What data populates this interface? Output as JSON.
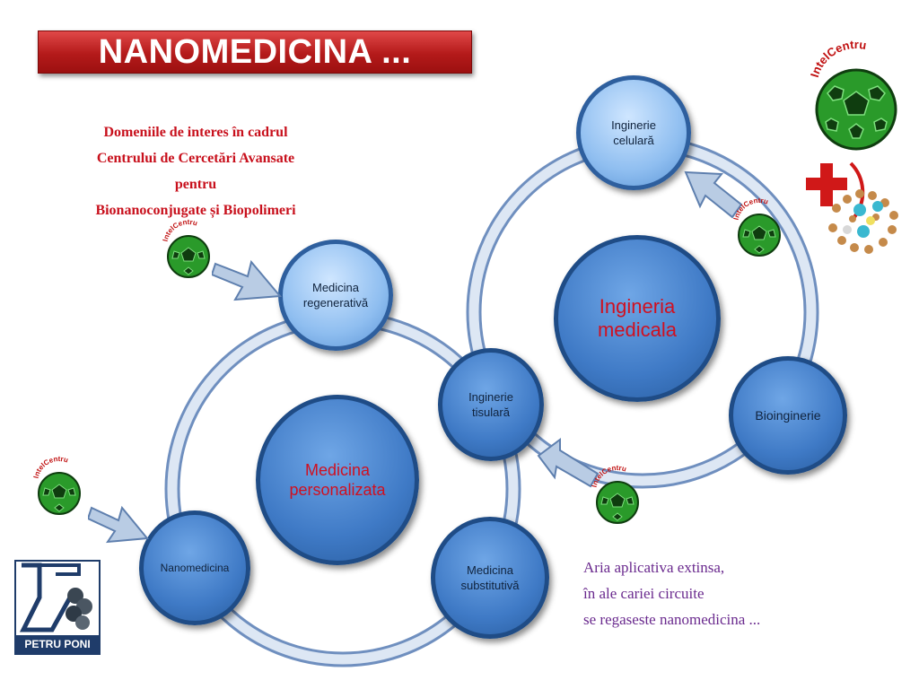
{
  "title": "NANOMEDICINA ...",
  "intro_lines": [
    "Domeniile de interes în cadrul",
    "Centrului de Cercetări Avansate",
    "pentru",
    "Bionanoconjugate și Biopolimeri"
  ],
  "outro_lines": [
    "Aria aplicativa extinsa,",
    "în ale cariei circuite",
    "se regaseste nanomedicina ..."
  ],
  "nodes": {
    "inginerie_celulara": "Inginerie celulară",
    "ingineria_medicala": "Ingineria medicala",
    "bioinginerie": "Bioinginerie",
    "inginerie_tisulara": "Inginerie tisulară",
    "medicina_regenerativa": "Medicina regenerativă",
    "medicina_personalizata": "Medicina personalizata",
    "nanomedicina": "Nanomedicina",
    "medicina_substitutiva": "Medicina substitutivă"
  },
  "logos": {
    "intelcentru": "IntelCentru",
    "petru_poni": "PETRU PONI"
  },
  "colors": {
    "banner": "#b41a1a",
    "intro_text": "#c8101c",
    "outro_text": "#6a2a8e",
    "center_text": "#d01020",
    "ring": "#c7d6ea"
  }
}
